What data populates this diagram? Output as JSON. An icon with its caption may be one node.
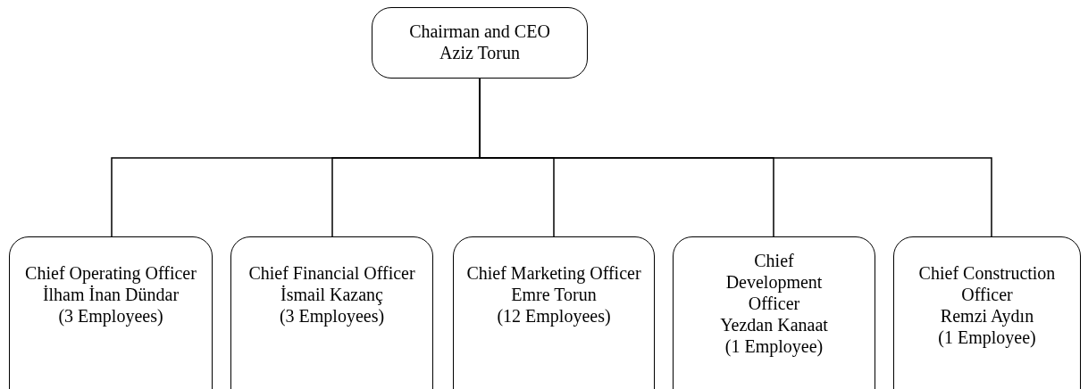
{
  "diagram": {
    "nodes": [
      {
        "text": [
          "Chairman and CEO",
          "Aziz Torun"
        ]
      },
      {
        "text": [
          "Chief Operating Officer",
          "İlham İnan Dündar",
          "(3 Employees)"
        ]
      },
      {
        "text": [
          "Chief Financial Officer",
          "İsmail Kazanç",
          "(3 Employees)"
        ]
      },
      {
        "text": [
          "Chief Marketing Officer",
          "Emre Torun",
          "(12 Employees)"
        ]
      },
      {
        "text": [
          "Chief Development Officer",
          "Yezdan Kanaat",
          "(1 Employee)"
        ]
      },
      {
        "text": [
          "Chief Construction Officer",
          "Remzi Aydın",
          "(1 Employee)"
        ]
      }
    ],
    "edges": [
      {
        "from": 0,
        "to": 1,
        "arrow": "none"
      },
      {
        "from": 0,
        "to": 2,
        "arrow": "none"
      },
      {
        "from": 0,
        "to": 3,
        "arrow": "none"
      },
      {
        "from": 0,
        "to": 4,
        "arrow": "none"
      },
      {
        "from": 0,
        "to": 5,
        "arrow": "none"
      }
    ]
  }
}
